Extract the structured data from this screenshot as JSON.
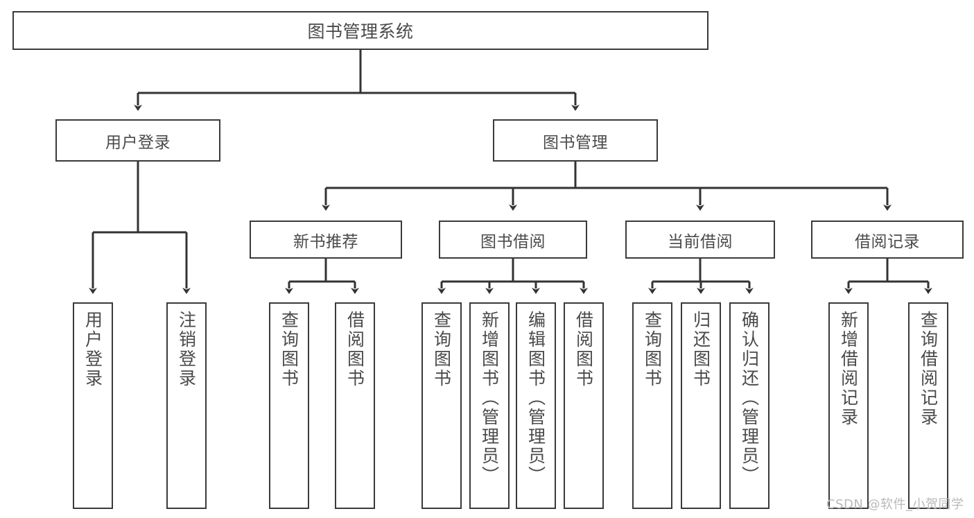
{
  "diagram": {
    "title": "图书管理系统",
    "type": "functional-structure-tree",
    "watermark": "CSDN @软件_小贺同学",
    "colors": {
      "background": "#ffffff",
      "box_border": "#3a3a3a",
      "box_fill": "#ffffff",
      "text": "#4a4a4a",
      "connector": "#333333",
      "watermark": "#b9b9b9"
    },
    "root": {
      "label": "图书管理系统"
    },
    "level1": [
      {
        "label": "用户登录"
      },
      {
        "label": "图书管理"
      }
    ],
    "level2": [
      {
        "label": "新书推荐"
      },
      {
        "label": "图书借阅"
      },
      {
        "label": "当前借阅"
      },
      {
        "label": "借阅记录"
      }
    ],
    "leaves": {
      "user_login": [
        {
          "label": "用户登录"
        },
        {
          "label": "注销登录"
        }
      ],
      "new_book_recommend": [
        {
          "label": "查询图书"
        },
        {
          "label": "借阅图书"
        }
      ],
      "book_borrow": [
        {
          "label": "查询图书"
        },
        {
          "label": "新增图书（管理员）"
        },
        {
          "label": "编辑图书（管理员）"
        },
        {
          "label": "借阅图书"
        }
      ],
      "current_borrow": [
        {
          "label": "查询图书"
        },
        {
          "label": "归还图书"
        },
        {
          "label": "确认归还（管理员）"
        }
      ],
      "borrow_record": [
        {
          "label": "新增借阅记录"
        },
        {
          "label": "查询借阅记录"
        }
      ]
    }
  }
}
